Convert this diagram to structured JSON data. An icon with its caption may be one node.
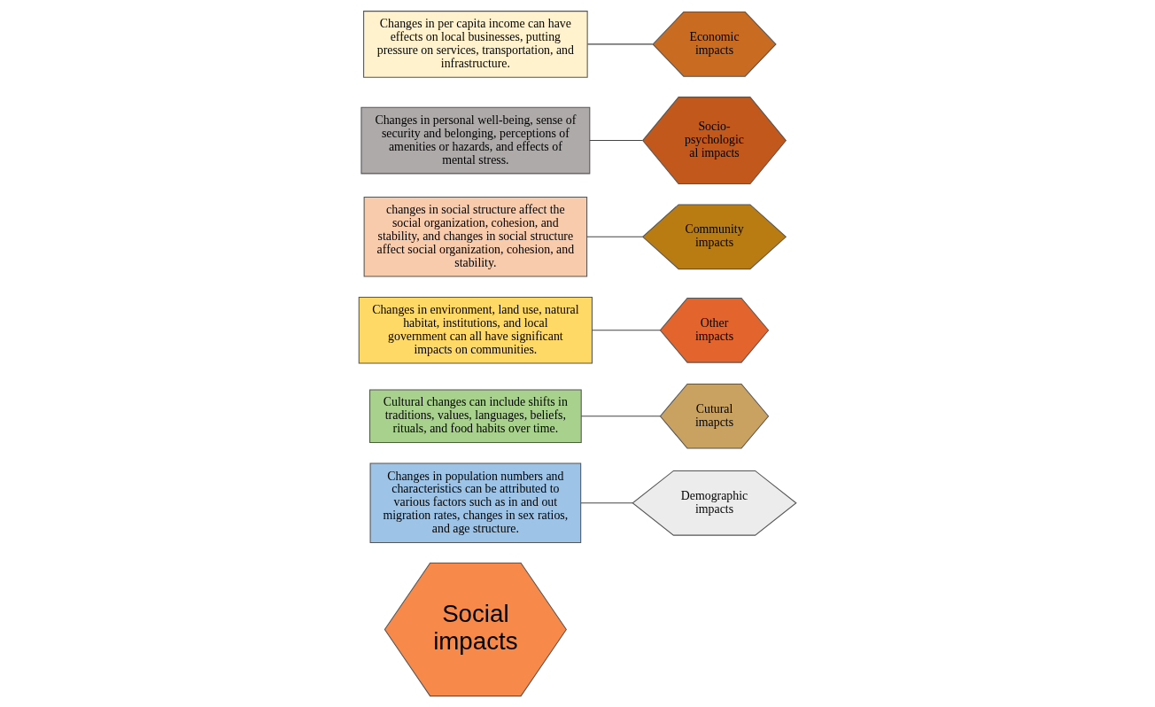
{
  "diagram": {
    "nodes": [
      {
        "text": [
          "Social impacts"
        ]
      },
      {
        "text": [
          "Demographic impacts"
        ]
      },
      {
        "text": [
          "Cutural imapcts"
        ]
      },
      {
        "text": [
          "Other impacts"
        ]
      },
      {
        "text": [
          "Community impacts"
        ]
      },
      {
        "text": [
          "Socio- psychologic al impacts"
        ]
      },
      {
        "text": [
          "Economic impacts"
        ]
      },
      {
        "text": [
          "Changes in population numbers and characteristics can be attributed to various factors such as in and out migration rates, changes in sex ratios, and age structure."
        ]
      },
      {
        "text": [
          "Cultural changes can include shifts in traditions, values, languages, beliefs, rituals, and food habits over time."
        ]
      },
      {
        "text": [
          "Changes in environment, land use, natural habitat, institutions, and local government can all have significant impacts on communities."
        ]
      },
      {
        "text": [
          "changes in social structure affect the social organization, cohesion, and stability, and changes in social structure affect social organization, cohesion, and stability."
        ]
      },
      {
        "text": [
          "Changes in personal well-being, sense of security and belonging, perceptions of amenities or hazards, and effects of mental stress."
        ]
      },
      {
        "text": [
          "Changes in per capita income can have effects on local businesses, putting pressure on services, transportation, and infrastructure."
        ]
      }
    ],
    "edges": [
      {
        "from": 7,
        "to": 1,
        "arrow": "none"
      },
      {
        "from": 8,
        "to": 2,
        "arrow": "none"
      },
      {
        "from": 9,
        "to": 3,
        "arrow": "none"
      },
      {
        "from": 10,
        "to": 4,
        "arrow": "none"
      },
      {
        "from": 11,
        "to": 5,
        "arrow": "none"
      },
      {
        "from": 12,
        "to": 6,
        "arrow": "none"
      }
    ]
  }
}
